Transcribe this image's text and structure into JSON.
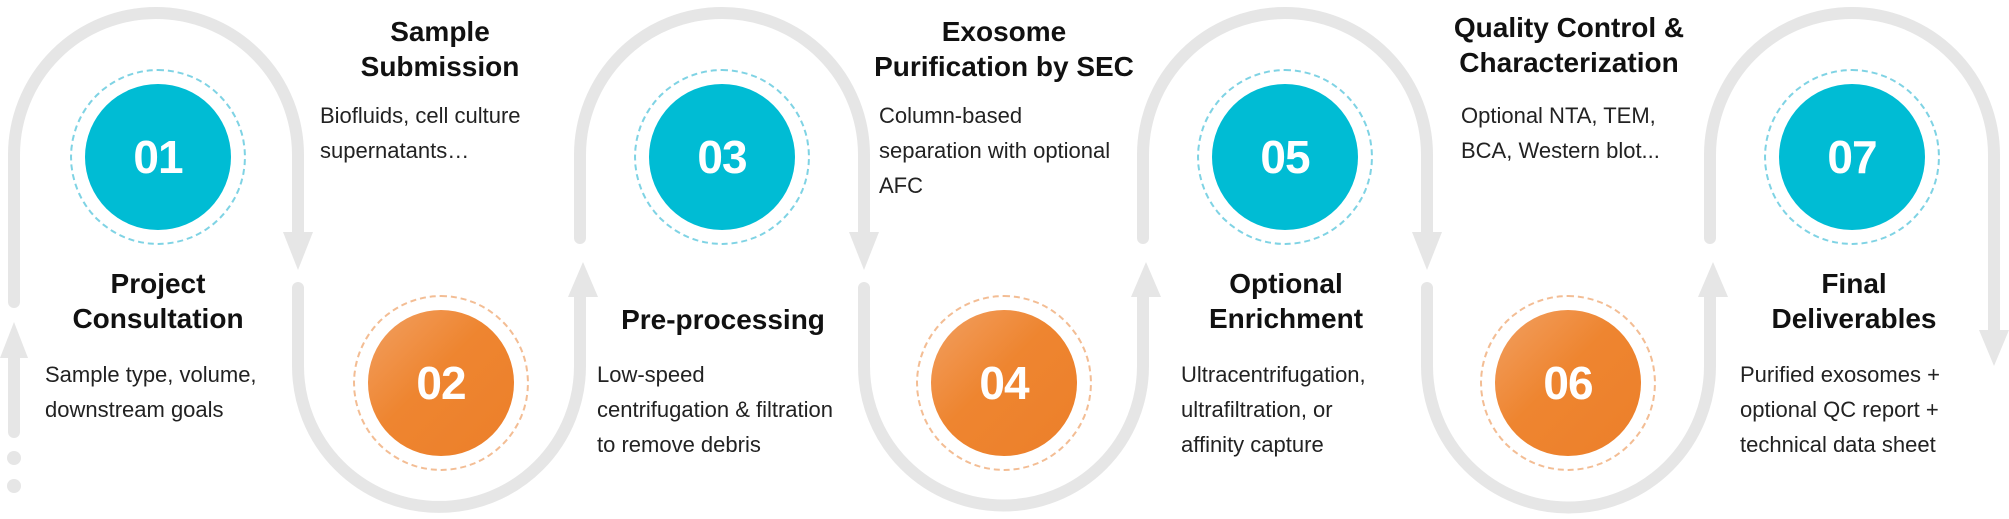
{
  "colors": {
    "track": "#E6E6E6",
    "teal": "#00BCD4",
    "orange": "#EE8530",
    "title_text": "#111111",
    "body_text": "#222222"
  },
  "steps": [
    {
      "number": "01",
      "color": "teal",
      "title_lines": [
        "Project",
        "Consultation"
      ],
      "desc_lines": [
        "Sample type, volume,",
        "downstream goals"
      ]
    },
    {
      "number": "02",
      "color": "orange",
      "title_lines": [
        "Sample",
        "Submission"
      ],
      "desc_lines": [
        "Biofluids, cell culture",
        "supernatants…"
      ]
    },
    {
      "number": "03",
      "color": "teal",
      "title_lines": [
        "Pre-processing"
      ],
      "desc_lines": [
        "Low-speed",
        "centrifugation & filtration",
        "to remove debris"
      ]
    },
    {
      "number": "04",
      "color": "orange",
      "title_lines": [
        "Exosome",
        "Purification by SEC"
      ],
      "desc_lines": [
        "Column-based",
        "separation with optional",
        "AFC"
      ]
    },
    {
      "number": "05",
      "color": "teal",
      "title_lines": [
        "Optional",
        "Enrichment"
      ],
      "desc_lines": [
        "Ultracentrifugation,",
        "ultrafiltration, or",
        "affinity capture"
      ]
    },
    {
      "number": "06",
      "color": "orange",
      "title_lines": [
        "Quality Control &",
        "Characterization"
      ],
      "desc_lines": [
        "Optional NTA, TEM,",
        "BCA, Western blot..."
      ]
    },
    {
      "number": "07",
      "color": "teal",
      "title_lines": [
        "Final",
        "Deliverables"
      ],
      "desc_lines": [
        "Purified exosomes +",
        "optional QC report +",
        "technical data sheet"
      ]
    }
  ]
}
